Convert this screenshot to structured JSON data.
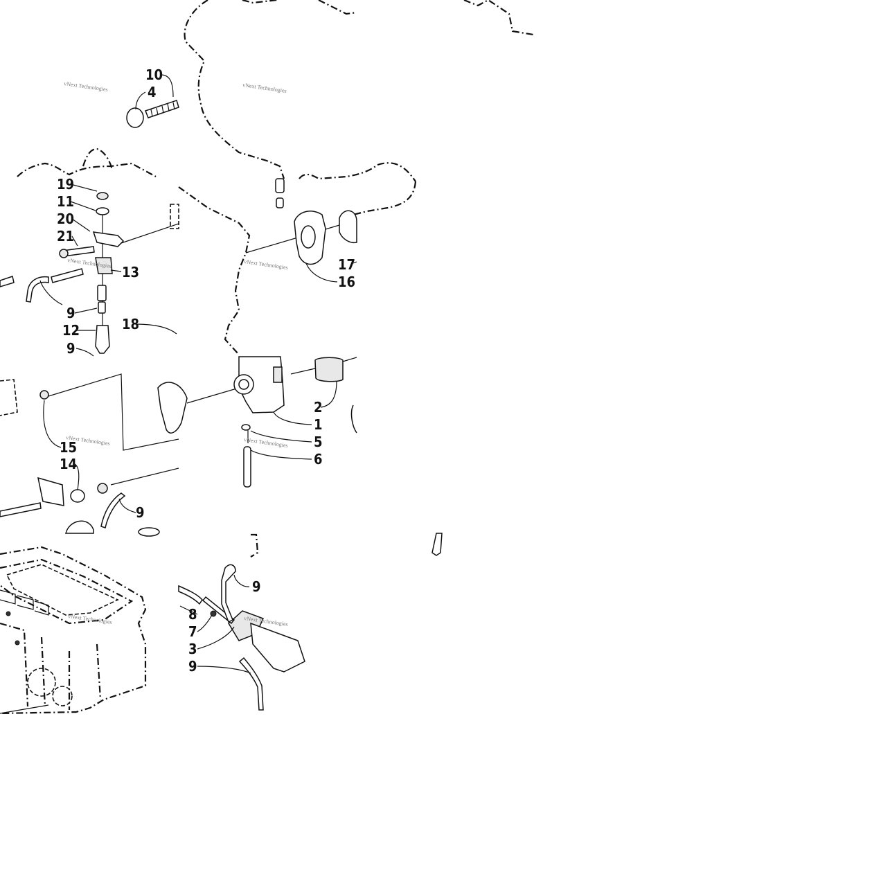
{
  "diagram": {
    "watermark_text": "vNext Technologies",
    "callouts": [
      {
        "id": "c10",
        "label": "10"
      },
      {
        "id": "c4",
        "label": "4"
      },
      {
        "id": "c19",
        "label": "19"
      },
      {
        "id": "c11",
        "label": "11"
      },
      {
        "id": "c20",
        "label": "20"
      },
      {
        "id": "c21",
        "label": "21"
      },
      {
        "id": "c13",
        "label": "13"
      },
      {
        "id": "c9a",
        "label": "9"
      },
      {
        "id": "c12",
        "label": "12"
      },
      {
        "id": "c18",
        "label": "18"
      },
      {
        "id": "c9b",
        "label": "9"
      },
      {
        "id": "c17",
        "label": "17"
      },
      {
        "id": "c16",
        "label": "16"
      },
      {
        "id": "c2",
        "label": "2"
      },
      {
        "id": "c1",
        "label": "1"
      },
      {
        "id": "c5",
        "label": "5"
      },
      {
        "id": "c6",
        "label": "6"
      },
      {
        "id": "c15",
        "label": "15"
      },
      {
        "id": "c14",
        "label": "14"
      },
      {
        "id": "c9c",
        "label": "9"
      },
      {
        "id": "c9d",
        "label": "9"
      },
      {
        "id": "c8",
        "label": "8"
      },
      {
        "id": "c7",
        "label": "7"
      },
      {
        "id": "c3",
        "label": "3"
      },
      {
        "id": "c9e",
        "label": "9"
      }
    ]
  }
}
